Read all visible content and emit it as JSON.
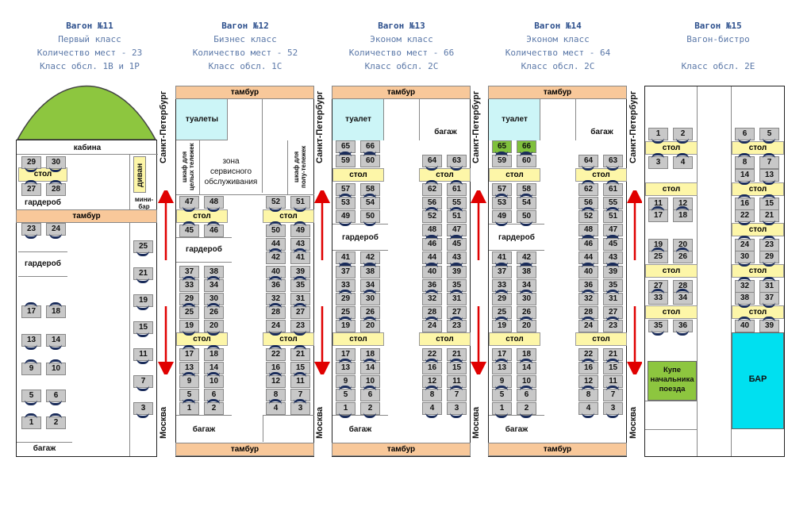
{
  "cars": [
    {
      "title": "Вагон №11",
      "line1": "Первый класс",
      "line2": "Количество мест - 23",
      "line3": "Класс обсл. 1В и 1Р"
    },
    {
      "title": "Вагон №12",
      "line1": "Бизнес класс",
      "line2": "Количество мест - 52",
      "line3": "Класс обсл. 1С"
    },
    {
      "title": "Вагон №13",
      "line1": "Эконом класс",
      "line2": "Количество мест - 66",
      "line3": "Класс обсл. 2С"
    },
    {
      "title": "Вагон №14",
      "line1": "Эконом класс",
      "line2": "Количество мест - 64",
      "line3": "Класс обсл. 2С"
    },
    {
      "title": "Вагон №15",
      "line1": "Вагон-бистро",
      "line2": "",
      "line3": "Класс обсл. 2Е"
    }
  ],
  "labels": {
    "tambur": "тамбур",
    "stol": "стол",
    "garderob": "гардероб",
    "bagazh": "багаж",
    "kabina": "кабина",
    "divan": "диван",
    "minibar": "мини-бар",
    "tualety": "туалеты",
    "tualet": "туалет",
    "service_zone": "зона сервисного обслуживания",
    "cab_full": "шкаф для целых тележек",
    "cab_half": "шкаф для полу-тележек",
    "spb": "Санкт-Петербург",
    "msk": "Москва",
    "kupe": "Купе начальника поезда",
    "bar": "БАР"
  },
  "colors": {
    "seat": "#c8c8c8",
    "green_seat": "#7fc03c",
    "table": "#fdf6a8",
    "tambur": "#f8c89a",
    "toilet": "#ccf5f7",
    "bar": "#00e0f0",
    "kupe": "#8dc63f",
    "roof": "#8dc63f",
    "arrow": "#e00000",
    "seat_icon": "#1a2c5a"
  },
  "car11": {
    "pairs": [
      [
        "29",
        "30"
      ],
      [
        "27",
        "28"
      ],
      [
        "23",
        "24"
      ],
      [
        "17",
        "18"
      ],
      [
        "13",
        "14"
      ],
      [
        "9",
        "10"
      ],
      [
        "5",
        "6"
      ],
      [
        "1",
        "2"
      ]
    ],
    "right": [
      "25",
      "21",
      "19",
      "15",
      "11",
      "7",
      "3"
    ]
  },
  "car12": {
    "left": [
      [
        "47",
        "48"
      ],
      [
        "45",
        "46"
      ],
      [
        "37",
        "38"
      ],
      [
        "33",
        "34"
      ],
      [
        "29",
        "30"
      ],
      [
        "25",
        "26"
      ],
      [
        "19",
        "20"
      ],
      [
        "17",
        "18"
      ],
      [
        "13",
        "14"
      ],
      [
        "9",
        "10"
      ],
      [
        "5",
        "6"
      ],
      [
        "1",
        "2"
      ]
    ],
    "right": [
      [
        "52",
        "51"
      ],
      [
        "50",
        "49"
      ],
      [
        "44",
        "43"
      ],
      [
        "42",
        "41"
      ],
      [
        "40",
        "39"
      ],
      [
        "36",
        "35"
      ],
      [
        "32",
        "31"
      ],
      [
        "28",
        "27"
      ],
      [
        "24",
        "23"
      ],
      [
        "22",
        "21"
      ],
      [
        "16",
        "15"
      ],
      [
        "12",
        "11"
      ],
      [
        "8",
        "7"
      ],
      [
        "4",
        "3"
      ]
    ]
  },
  "car13": {
    "left_top": [
      [
        "65",
        "66"
      ],
      [
        "59",
        "60"
      ],
      [
        "57",
        "58"
      ],
      [
        "53",
        "54"
      ],
      [
        "49",
        "50"
      ]
    ],
    "left_bottom": [
      [
        "41",
        "42"
      ],
      [
        "37",
        "38"
      ],
      [
        "33",
        "34"
      ],
      [
        "29",
        "30"
      ],
      [
        "25",
        "26"
      ],
      [
        "19",
        "20"
      ],
      [
        "17",
        "18"
      ],
      [
        "13",
        "14"
      ],
      [
        "9",
        "10"
      ],
      [
        "5",
        "6"
      ],
      [
        "1",
        "2"
      ]
    ],
    "right": [
      [
        "64",
        "63"
      ],
      [
        "62",
        "61"
      ],
      [
        "56",
        "55"
      ],
      [
        "52",
        "51"
      ],
      [
        "48",
        "47"
      ],
      [
        "46",
        "45"
      ],
      [
        "44",
        "43"
      ],
      [
        "40",
        "39"
      ],
      [
        "36",
        "35"
      ],
      [
        "32",
        "31"
      ],
      [
        "28",
        "27"
      ],
      [
        "24",
        "23"
      ],
      [
        "22",
        "21"
      ],
      [
        "16",
        "15"
      ],
      [
        "12",
        "11"
      ],
      [
        "8",
        "7"
      ],
      [
        "4",
        "3"
      ]
    ]
  },
  "car14": {
    "left_top": [
      [
        "65",
        "66"
      ],
      [
        "59",
        "60"
      ],
      [
        "57",
        "58"
      ],
      [
        "53",
        "54"
      ],
      [
        "49",
        "50"
      ]
    ],
    "left_bottom": [
      [
        "41",
        "42"
      ],
      [
        "37",
        "38"
      ],
      [
        "33",
        "34"
      ],
      [
        "29",
        "30"
      ],
      [
        "25",
        "26"
      ],
      [
        "19",
        "20"
      ],
      [
        "17",
        "18"
      ],
      [
        "13",
        "14"
      ],
      [
        "9",
        "10"
      ],
      [
        "5",
        "6"
      ],
      [
        "1",
        "2"
      ]
    ],
    "right": [
      [
        "64",
        "63"
      ],
      [
        "62",
        "61"
      ],
      [
        "56",
        "55"
      ],
      [
        "52",
        "51"
      ],
      [
        "48",
        "47"
      ],
      [
        "46",
        "45"
      ],
      [
        "44",
        "43"
      ],
      [
        "40",
        "39"
      ],
      [
        "36",
        "35"
      ],
      [
        "32",
        "31"
      ],
      [
        "28",
        "27"
      ],
      [
        "24",
        "23"
      ],
      [
        "22",
        "21"
      ],
      [
        "16",
        "15"
      ],
      [
        "12",
        "11"
      ],
      [
        "8",
        "7"
      ],
      [
        "4",
        "3"
      ]
    ]
  },
  "car15": {
    "left": [
      [
        "1",
        "2"
      ],
      [
        "3",
        "4"
      ],
      [
        "11",
        "12"
      ],
      [
        "17",
        "18"
      ],
      [
        "19",
        "20"
      ],
      [
        "25",
        "26"
      ],
      [
        "27",
        "28"
      ],
      [
        "33",
        "34"
      ],
      [
        "35",
        "36"
      ]
    ],
    "right": [
      [
        "6",
        "5"
      ],
      [
        "8",
        "7"
      ],
      [
        "14",
        "13"
      ],
      [
        "16",
        "15"
      ],
      [
        "22",
        "21"
      ],
      [
        "24",
        "23"
      ],
      [
        "30",
        "29"
      ],
      [
        "32",
        "31"
      ],
      [
        "38",
        "37"
      ],
      [
        "40",
        "39"
      ]
    ]
  }
}
